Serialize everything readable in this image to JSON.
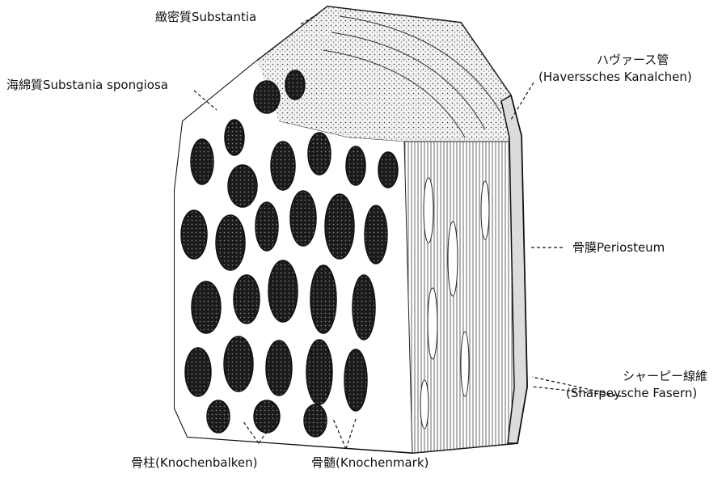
{
  "labels": {
    "compact": "緻密質Substantia",
    "spongy": "海綿質Substania spongiosa",
    "havers_jp": "ハヴァース管",
    "havers_de": "(Haverssches Kanalchen)",
    "periosteum": "骨膜Periosteum",
    "sharpey_jp": "シャーピー線維",
    "sharpey_de": "(Sharpeysche Fasern)",
    "trabeculae": "骨柱(Knochenbalken)",
    "marrow": "骨髄(Knochenmark)"
  }
}
